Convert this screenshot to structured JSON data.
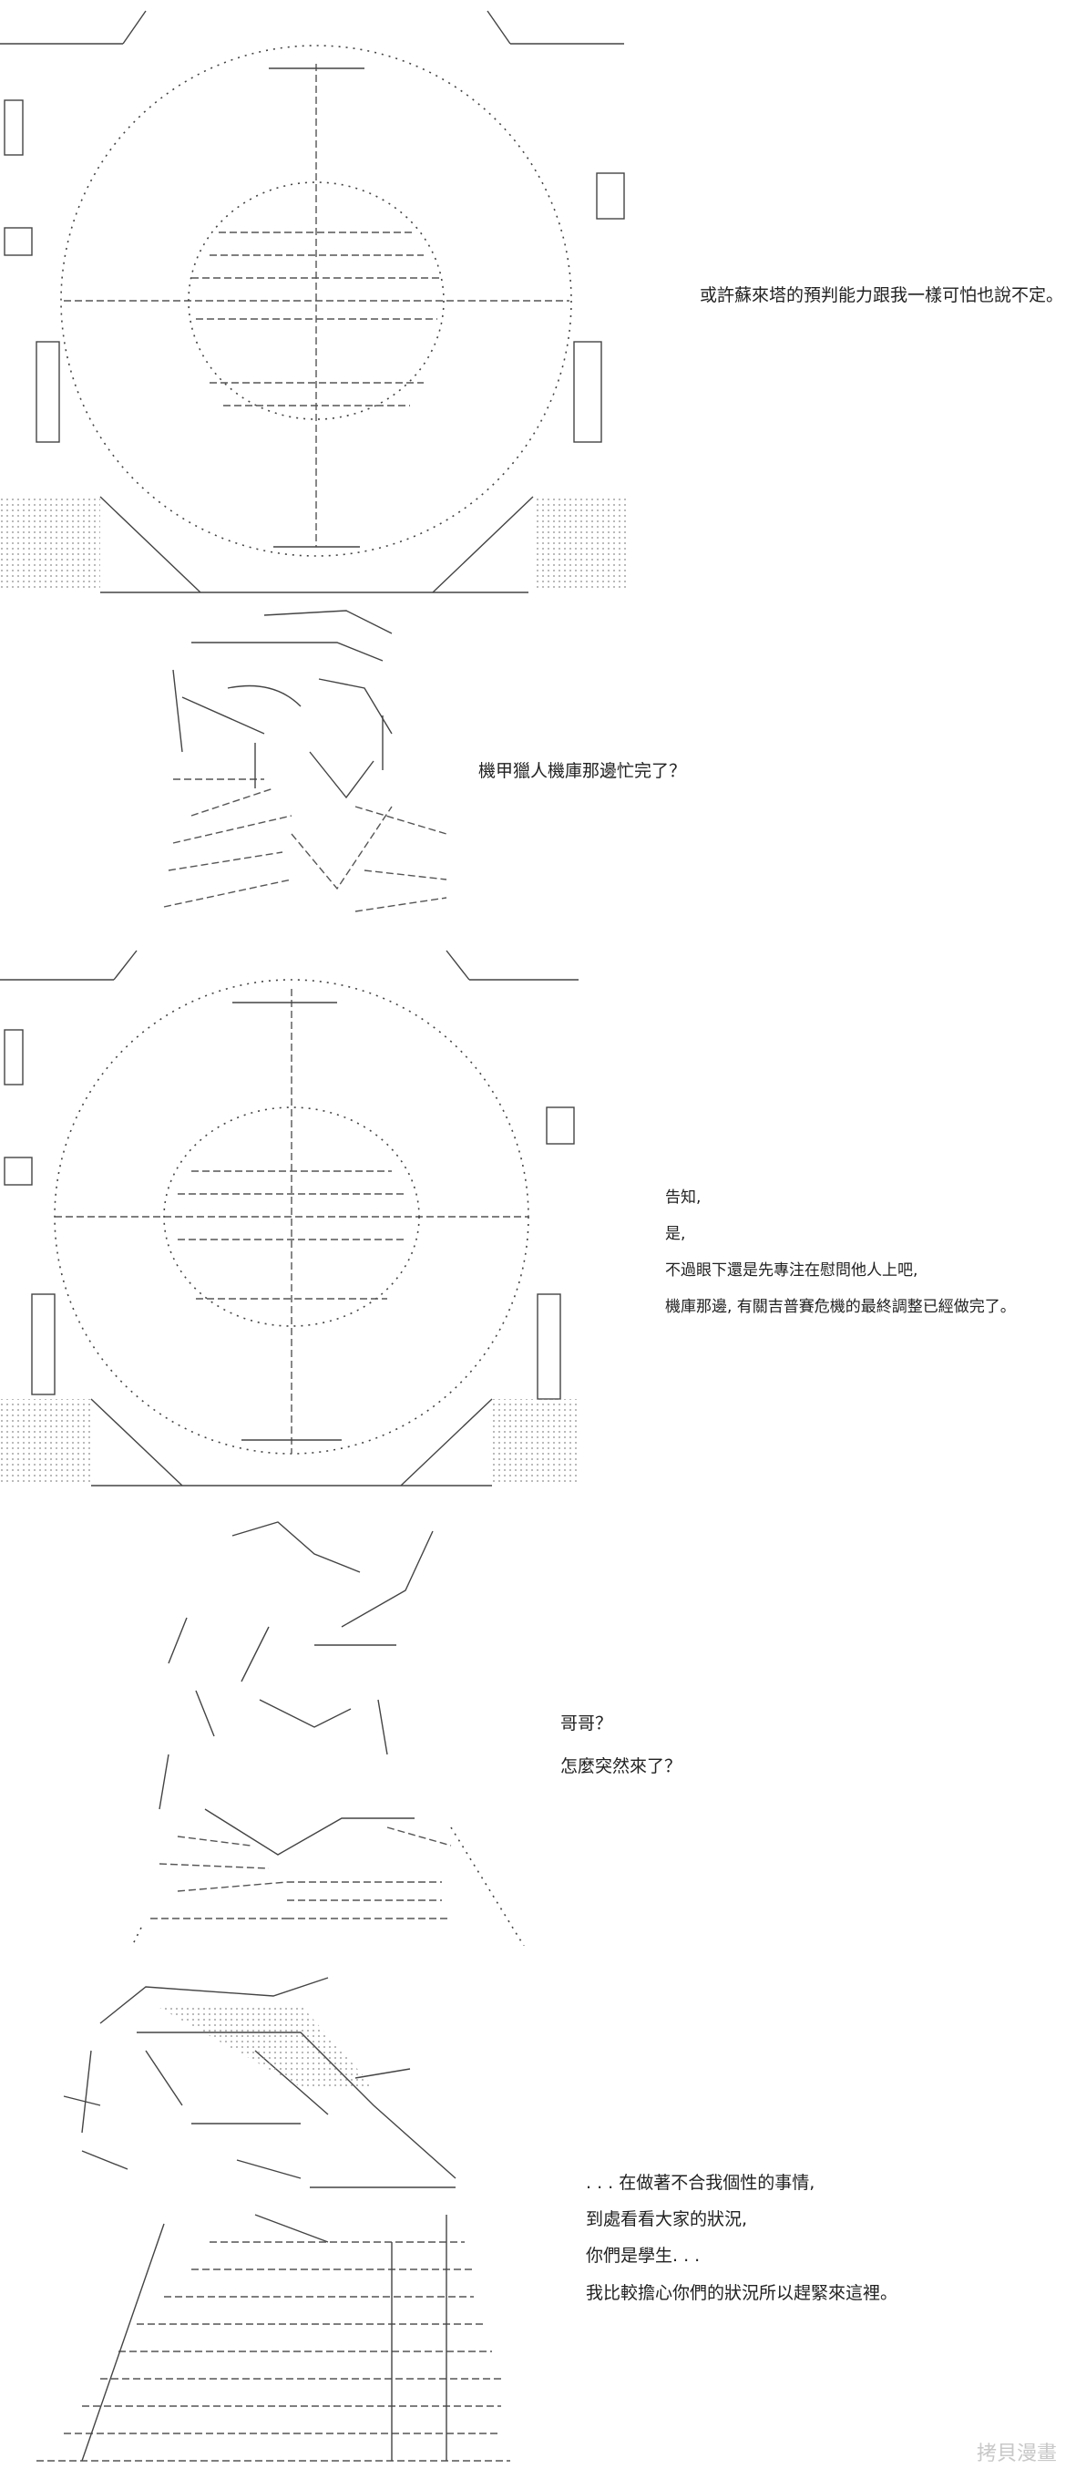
{
  "panels": [
    {
      "lines": [
        "或許蘇來塔的預判能力跟我一樣可怕也說不定。"
      ]
    },
    {
      "lines": [
        "機甲獵人機庫那邊忙完了？"
      ]
    },
    {
      "lines": [
        "告知,",
        "是,",
        "不過眼下還是先專注在慰問他人上吧,",
        "機庫那邊, 有關吉普賽危機的最終調整已經做完了。"
      ]
    },
    {
      "lines": [
        "哥哥？",
        "怎麼突然來了？"
      ]
    },
    {
      "lines": [
        ". . . 在做著不合我個性的事情,",
        "到處看看大家的狀況,",
        "你們是學生. . .",
        "我比較擔心你們的狀況所以趕緊來這裡。"
      ]
    }
  ],
  "watermark": "拷貝漫畫"
}
